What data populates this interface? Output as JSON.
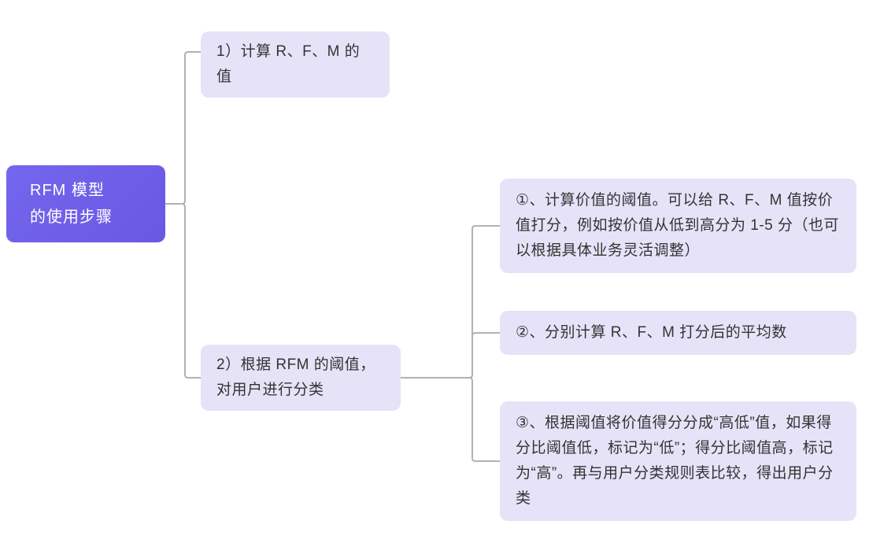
{
  "diagram": {
    "type": "mindmap",
    "root": {
      "lines": [
        "RFM 模型",
        "的使用步骤"
      ]
    },
    "branches": [
      {
        "label": "1）计算 R、F、M 的值",
        "children": []
      },
      {
        "label": "2）根据 RFM 的阈值，对用户进行分类",
        "children": [
          {
            "label": "①、计算价值的阈值。可以给 R、F、M 值按价值打分，例如按价值从低到高分为 1-5 分（也可以根据具体业务灵活调整）"
          },
          {
            "label": "②、分别计算 R、F、M 打分后的平均数"
          },
          {
            "label": "③、根据阈值将价值得分分成“高低”值，如果得分比阈值低，标记为“低”；得分比阈值高，标记为“高”。再与用户分类规则表比较，得出用户分类"
          }
        ]
      }
    ],
    "colors": {
      "root_bg_from": "#7466EE",
      "root_bg_to": "#6A58E2",
      "root_text": "#FFFFFF",
      "node_bg": "#E6E3F8",
      "node_text": "#333333",
      "connector": "#B1B1B6",
      "canvas_bg": "#FFFFFF"
    }
  }
}
